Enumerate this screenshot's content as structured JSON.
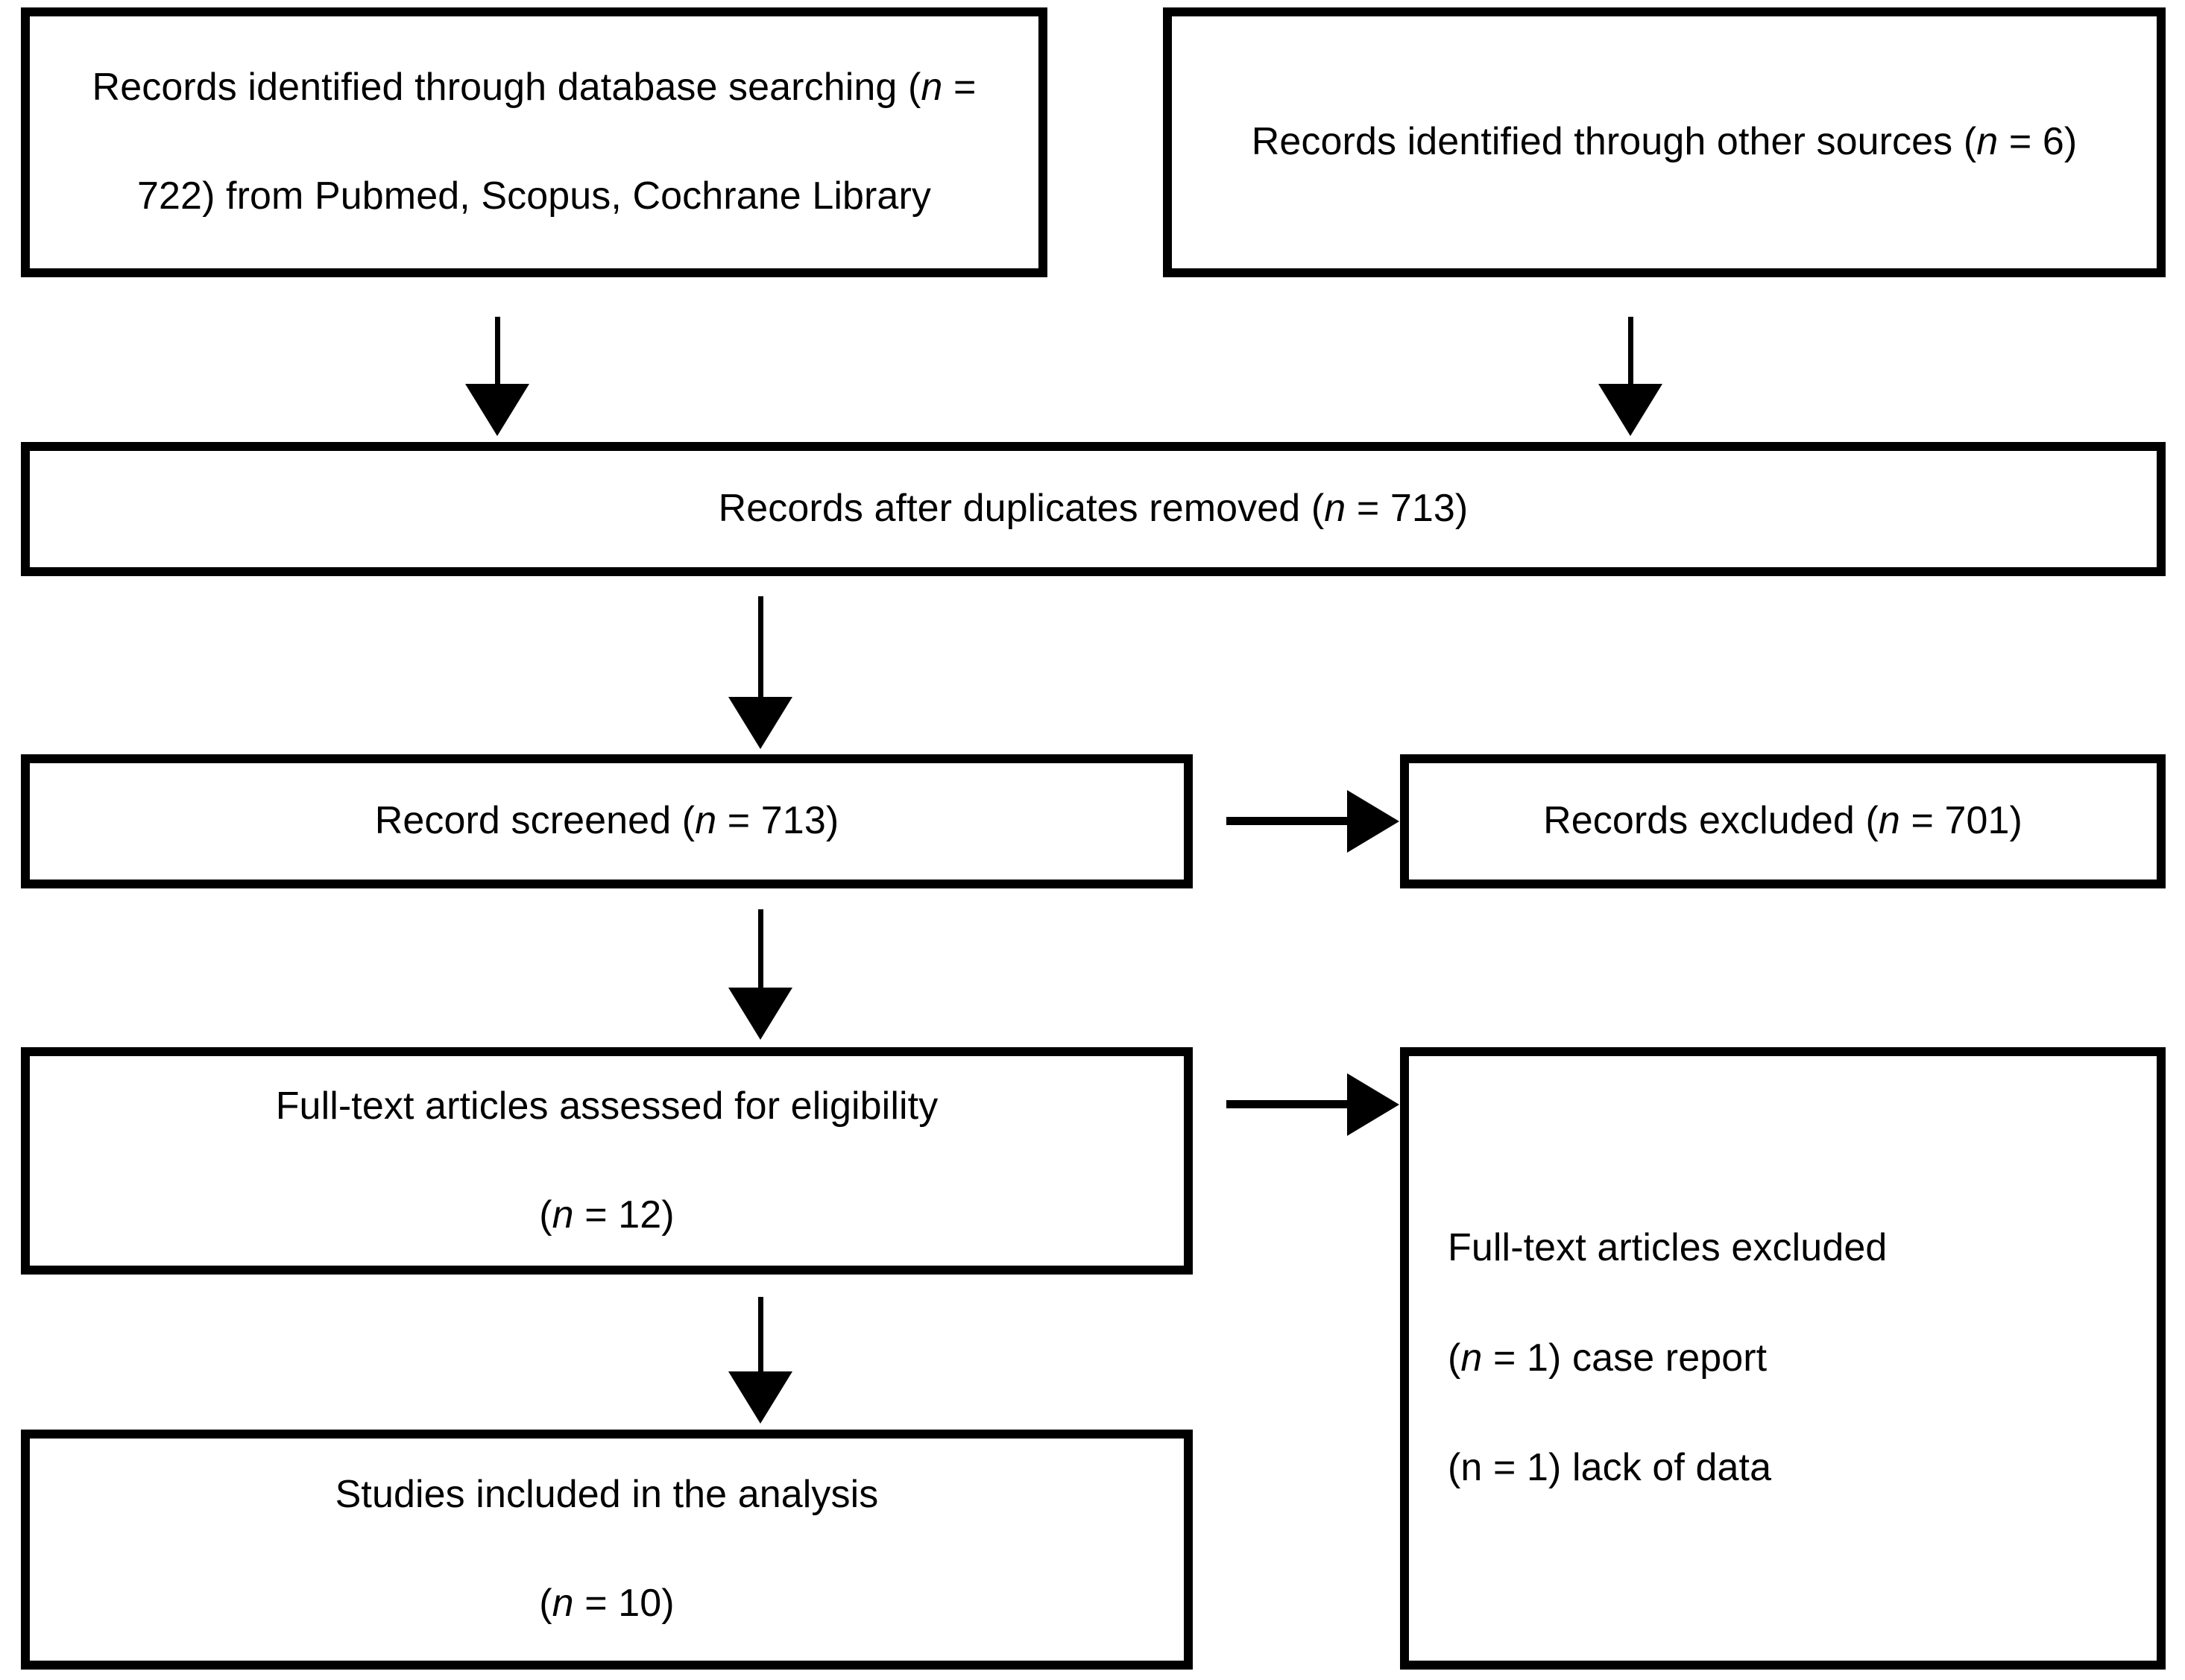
{
  "diagram": {
    "type": "prisma-flow-diagram",
    "title": "PRISMA study selection flow diagram",
    "accent_color": "#000000",
    "background_color": "#ffffff",
    "boxes": {
      "database_search": {
        "line1_pre": "Records identified through database searching (",
        "line1_italic": "n",
        "line1_post": " =",
        "line2": "722) from Pubmed, Scopus, Cochrane Library",
        "n_value": 722,
        "sources": "Pubmed, Scopus, Cochrane Library"
      },
      "other_sources": {
        "line1_pre": "Records identified through other sources (",
        "line1_italic": "n",
        "line1_post": " = 6)",
        "n_value": 6
      },
      "duplicates_removed": {
        "line1_pre": "Records after duplicates removed (",
        "line1_italic": "n",
        "line1_post": " = 713)",
        "n_value": 713
      },
      "records_screened": {
        "line1_pre": "Record screened (",
        "line1_italic": "n",
        "line1_post": " = 713)",
        "n_value": 713
      },
      "records_excluded": {
        "line1_pre": "Records excluded (",
        "line1_italic": "n",
        "line1_post": " = 701)",
        "n_value": 701
      },
      "fulltext_assessed": {
        "line1": "Full-text articles assessed for eligibility",
        "line2_pre": "(",
        "line2_italic": "n",
        "line2_post": " = 12)",
        "n_value": 12
      },
      "fulltext_excluded": {
        "line1": "Full-text articles excluded",
        "line2_pre": "(",
        "line2_italic": "n",
        "line2_post": " = 1) case report",
        "line3": "(n = 1) lack of data",
        "reason1": "case report",
        "reason1_n": 1,
        "reason2": "lack of data",
        "reason2_n": 1
      },
      "studies_included": {
        "line1": "Studies included in the analysis",
        "line2_pre": "(",
        "line2_italic": "n",
        "line2_post": " = 10)",
        "n_value": 10
      }
    }
  }
}
